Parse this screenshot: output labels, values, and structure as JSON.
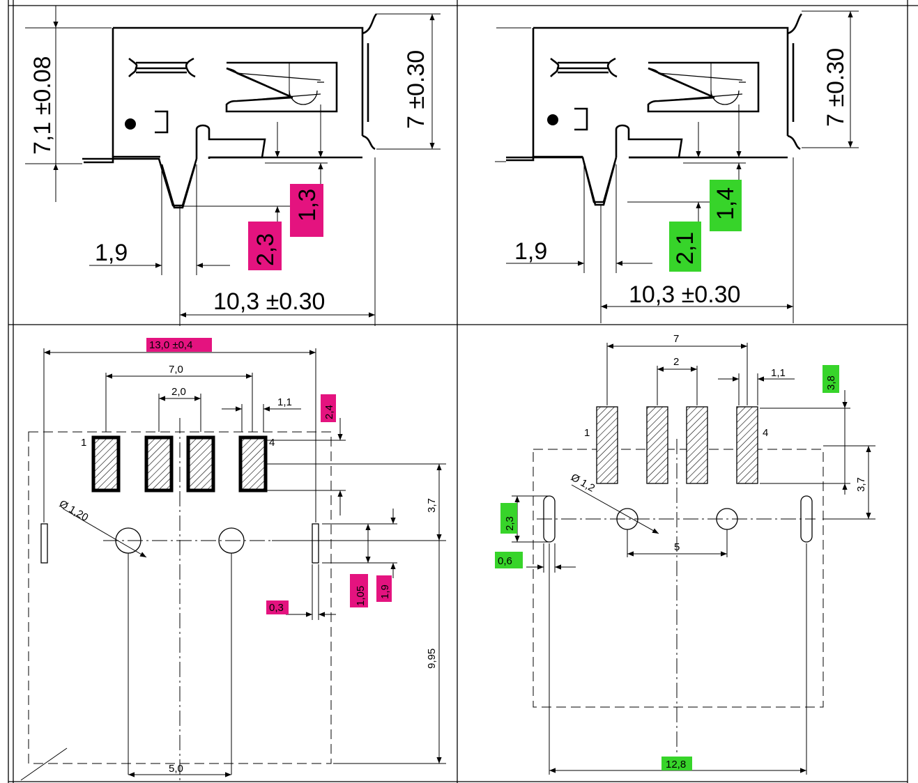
{
  "colors": {
    "highlight_magenta": "#e4137f",
    "highlight_green": "#37d42a",
    "line": "#000000"
  },
  "panels": {
    "top_left": {
      "dim_height": "7,1 ±0.08",
      "dim_body_height": "7 ±0.30",
      "dim_pin_offset_a": "1,3",
      "dim_pin_offset_b": "2,3",
      "dim_tab_width": "1,9",
      "dim_length": "10,3 ±0.30"
    },
    "top_right": {
      "dim_body_height": "7 ±0.30",
      "dim_pin_offset_a": "1,4",
      "dim_pin_offset_b": "2,1",
      "dim_tab_width": "1,9",
      "dim_length": "10,3 ±0.30"
    },
    "bottom_left": {
      "dim_total_width": "13,0 ±0,4",
      "dim_pad_span": "7,0",
      "dim_pad_pitch": "2,0",
      "dim_pad_width": "1,1",
      "dim_pad_offset": "2,4",
      "dim_pad_to_hole": "3,7",
      "dim_hole_diameter": "Ø 1,20",
      "dim_hole_pitch": "5,0",
      "dim_slot_width": "0,3",
      "dim_slot_a": "1,05",
      "dim_slot_b": "1,9",
      "dim_depth": "9,95",
      "pin_1": "1",
      "pin_4": "4"
    },
    "bottom_right": {
      "dim_pad_span": "7",
      "dim_pad_pitch": "2",
      "dim_pad_width": "1,1",
      "dim_pad_offset": "3,8",
      "dim_pad_to_hole": "3,7",
      "dim_hole_diameter": "Ø 1,2",
      "dim_slot_length": "2,3",
      "dim_slot_width": "0,6",
      "dim_hole_pitch": "5",
      "dim_total_width": "12,8",
      "pin_1": "1",
      "pin_4": "4"
    }
  }
}
